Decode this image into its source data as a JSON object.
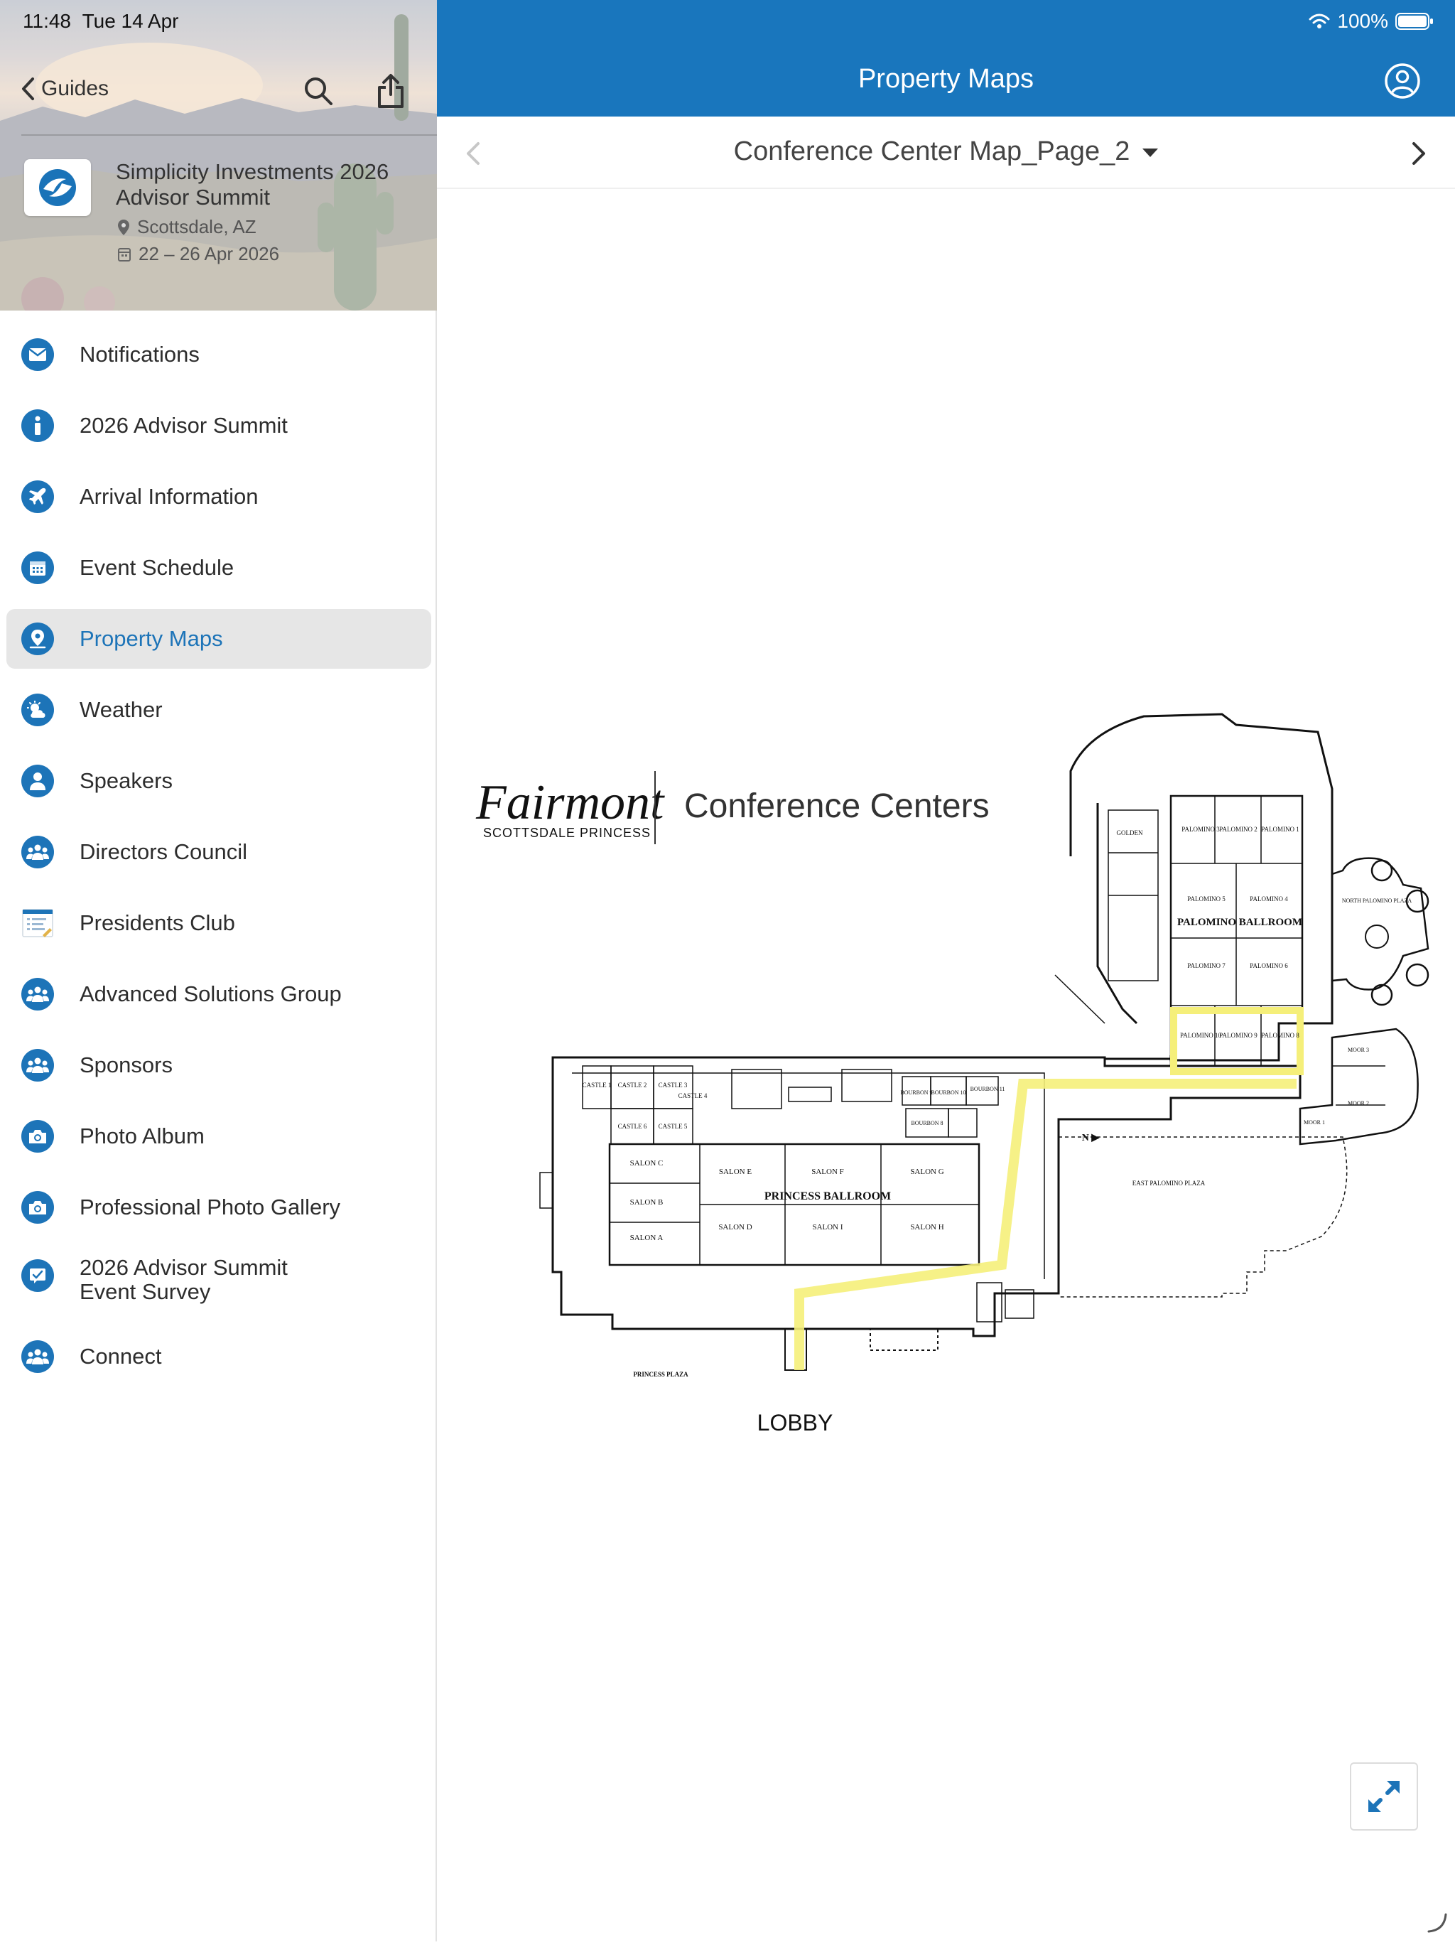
{
  "status": {
    "time": "11:48",
    "date": "Tue 14 Apr",
    "battery": "100%"
  },
  "sidebar": {
    "back_label": "Guides",
    "event": {
      "title": "Simplicity Investments 2026 Advisor Summit",
      "location": "Scottsdale, AZ",
      "dates": "22 – 26 Apr 2026"
    },
    "items": [
      {
        "label": "Notifications",
        "icon": "envelope-icon"
      },
      {
        "label": "2026 Advisor Summit",
        "icon": "info-icon"
      },
      {
        "label": "Arrival Information",
        "icon": "airplane-icon"
      },
      {
        "label": "Event Schedule",
        "icon": "calendar-icon"
      },
      {
        "label": "Property Maps",
        "icon": "map-pin-icon",
        "active": true
      },
      {
        "label": "Weather",
        "icon": "weather-icon"
      },
      {
        "label": "Speakers",
        "icon": "person-icon"
      },
      {
        "label": "Directors Council",
        "icon": "group-icon"
      },
      {
        "label": "Presidents Club",
        "icon": "document-icon"
      },
      {
        "label": "Advanced Solutions Group",
        "icon": "group-icon"
      },
      {
        "label": "Sponsors",
        "icon": "group-icon"
      },
      {
        "label": "Photo Album",
        "icon": "camera-icon"
      },
      {
        "label": "Professional Photo Gallery",
        "icon": "camera-icon"
      },
      {
        "label_line1": "2026 Advisor Summit",
        "label_line2": "Event Survey",
        "icon": "survey-icon"
      },
      {
        "label": "Connect",
        "icon": "group-icon"
      }
    ]
  },
  "topbar": {
    "title": "Property Maps"
  },
  "page_selector": {
    "current": "Conference Center Map_Page_2"
  },
  "map": {
    "brand_script": "Fairmont",
    "brand_sub": "SCOTTSDALE PRINCESS",
    "brand_title": "Conference Centers",
    "lobby_label": "LOBBY",
    "rooms": {
      "princess_ballroom": "PRINCESS BALLROOM",
      "palomino_ballroom": "PALOMINO BALLROOM",
      "salon_e": "SALON E",
      "salon_f": "SALON F",
      "salon_g": "SALON G",
      "salon_d": "SALON D",
      "salon_i": "SALON I",
      "salon_h": "SALON H",
      "salon_c": "SALON C",
      "salon_b": "SALON B",
      "salon_a": "SALON A",
      "palomino_1": "PALOMINO 1",
      "palomino_2": "PALOMINO 2",
      "palomino_3": "PALOMINO 3",
      "palomino_4": "PALOMINO 4",
      "palomino_5": "PALOMINO 5",
      "palomino_6": "PALOMINO 6",
      "palomino_7": "PALOMINO 7",
      "palomino_8": "PALOMINO 8",
      "palomino_9": "PALOMINO 9",
      "palomino_10": "PALOMINO 10",
      "castle_1": "CASTLE 1",
      "castle_2": "CASTLE 2",
      "castle_3": "CASTLE 3",
      "castle_4": "CASTLE 4",
      "castle_5": "CASTLE 5",
      "castle_6": "CASTLE 6",
      "bourbon_9": "BOURBON 9",
      "bourbon_10": "BOURBON 10",
      "bourbon_11": "BOURBON 11",
      "bourbon_8": "BOURBON 8",
      "moor_1": "MOOR 1",
      "moor_2": "MOOR 2",
      "moor_3": "MOOR 3",
      "golden": "GOLDEN",
      "north_plaza": "NORTH PALOMINO PLAZA",
      "east_plaza": "EAST PALOMINO PLAZA",
      "princess_plaza": "PRINCESS PLAZA",
      "north_arrow": "N ▶"
    },
    "route_color": "#f5ef7a",
    "line_color": "#111111"
  }
}
